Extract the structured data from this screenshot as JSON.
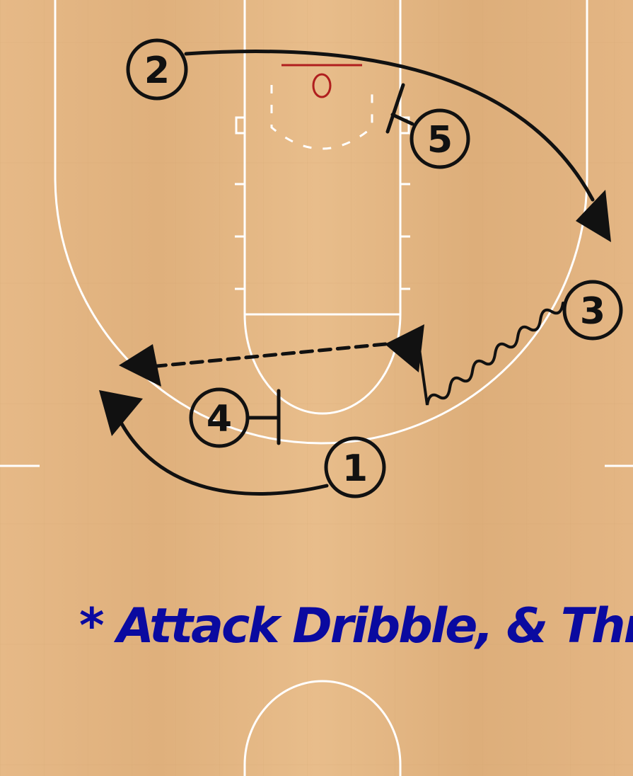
{
  "diagram": {
    "caption": "*  Attack Dribble, & Thr",
    "players": [
      {
        "id": "p1",
        "label": "1"
      },
      {
        "id": "p2",
        "label": "2"
      },
      {
        "id": "p3",
        "label": "3"
      },
      {
        "id": "p4",
        "label": "4"
      },
      {
        "id": "p5",
        "label": "5"
      }
    ],
    "actions": [
      {
        "type": "cut",
        "from": "2",
        "to": "wing"
      },
      {
        "type": "cut",
        "from": "1",
        "to": "wing"
      },
      {
        "type": "dribble",
        "from": "3"
      },
      {
        "type": "pass",
        "from": "3"
      },
      {
        "type": "screen",
        "by": "4"
      },
      {
        "type": "screen",
        "by": "5"
      }
    ]
  },
  "colors": {
    "court_wood": "#e3b582",
    "court_lines": "#ffffff",
    "rim": "#b01e1e",
    "caption": "#0a0aa0",
    "ink": "#111111"
  }
}
